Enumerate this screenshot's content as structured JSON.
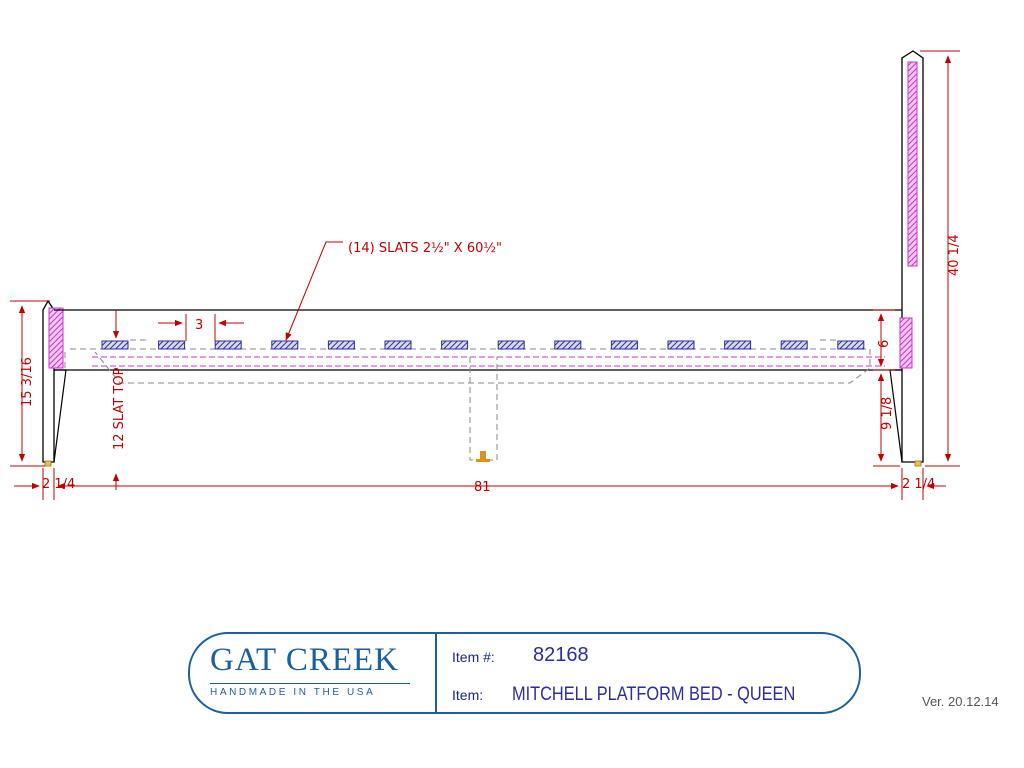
{
  "drawing": {
    "slat_callout": "(14) SLATS 2½\" X 60½\"",
    "slat_spacing": "3",
    "slat_text": "12 SLAT TOP",
    "footboard_height": "15 3/16",
    "headboard_height": "40 1/4",
    "rail_height": "6",
    "rail_clearance": "9 1/8",
    "overall_length": "81",
    "post_width_left": "2 1/4",
    "post_width_right": "2 1/4"
  },
  "title_block": {
    "logo_name": "GAT CREEK",
    "logo_tagline": "HANDMADE IN THE USA",
    "item_number_label": "Item #:",
    "item_number": "82168",
    "item_label": "Item:",
    "item_name": "MITCHELL PLATFORM BED - QUEEN"
  },
  "version": "Ver. 20.12.14",
  "colors": {
    "outline": "#000000",
    "dimension": "#c00000",
    "hidden_line": "#888888",
    "slat_hatch": "#2b2d9a",
    "cut_hatch": "#cc33cc",
    "brand": "#1a5f9e"
  }
}
